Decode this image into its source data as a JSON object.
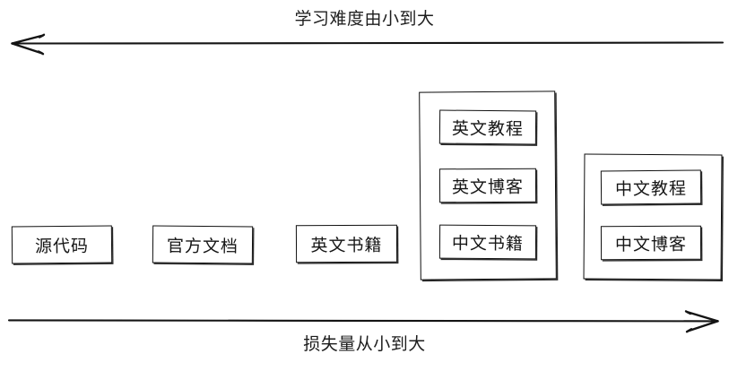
{
  "diagram": {
    "title_top": "学习难度由小到大",
    "title_bottom": "损失量从小到大",
    "axes": [
      {
        "name": "difficulty-axis",
        "caption": "学习难度由小到大",
        "direction": "left",
        "position": "top"
      },
      {
        "name": "loss-axis",
        "caption": "损失量从小到大",
        "direction": "right",
        "position": "bottom"
      }
    ],
    "nodes": [
      {
        "id": "source-code",
        "label": "源代码"
      },
      {
        "id": "official-docs",
        "label": "官方文档"
      },
      {
        "id": "english-books",
        "label": "英文书籍"
      }
    ],
    "groups": [
      {
        "id": "english-group",
        "label": "",
        "nodes": [
          {
            "id": "english-tutorial",
            "label": "英文教程"
          },
          {
            "id": "english-blog",
            "label": "英文博客"
          },
          {
            "id": "chinese-books",
            "label": "中文书籍"
          }
        ]
      },
      {
        "id": "chinese-group",
        "label": "",
        "nodes": [
          {
            "id": "chinese-tutorial",
            "label": "中文教程"
          },
          {
            "id": "chinese-blog",
            "label": "中文博客"
          }
        ]
      }
    ],
    "colors": {
      "background": "#ffffff",
      "stroke": "#101010",
      "text": "#161616"
    }
  }
}
